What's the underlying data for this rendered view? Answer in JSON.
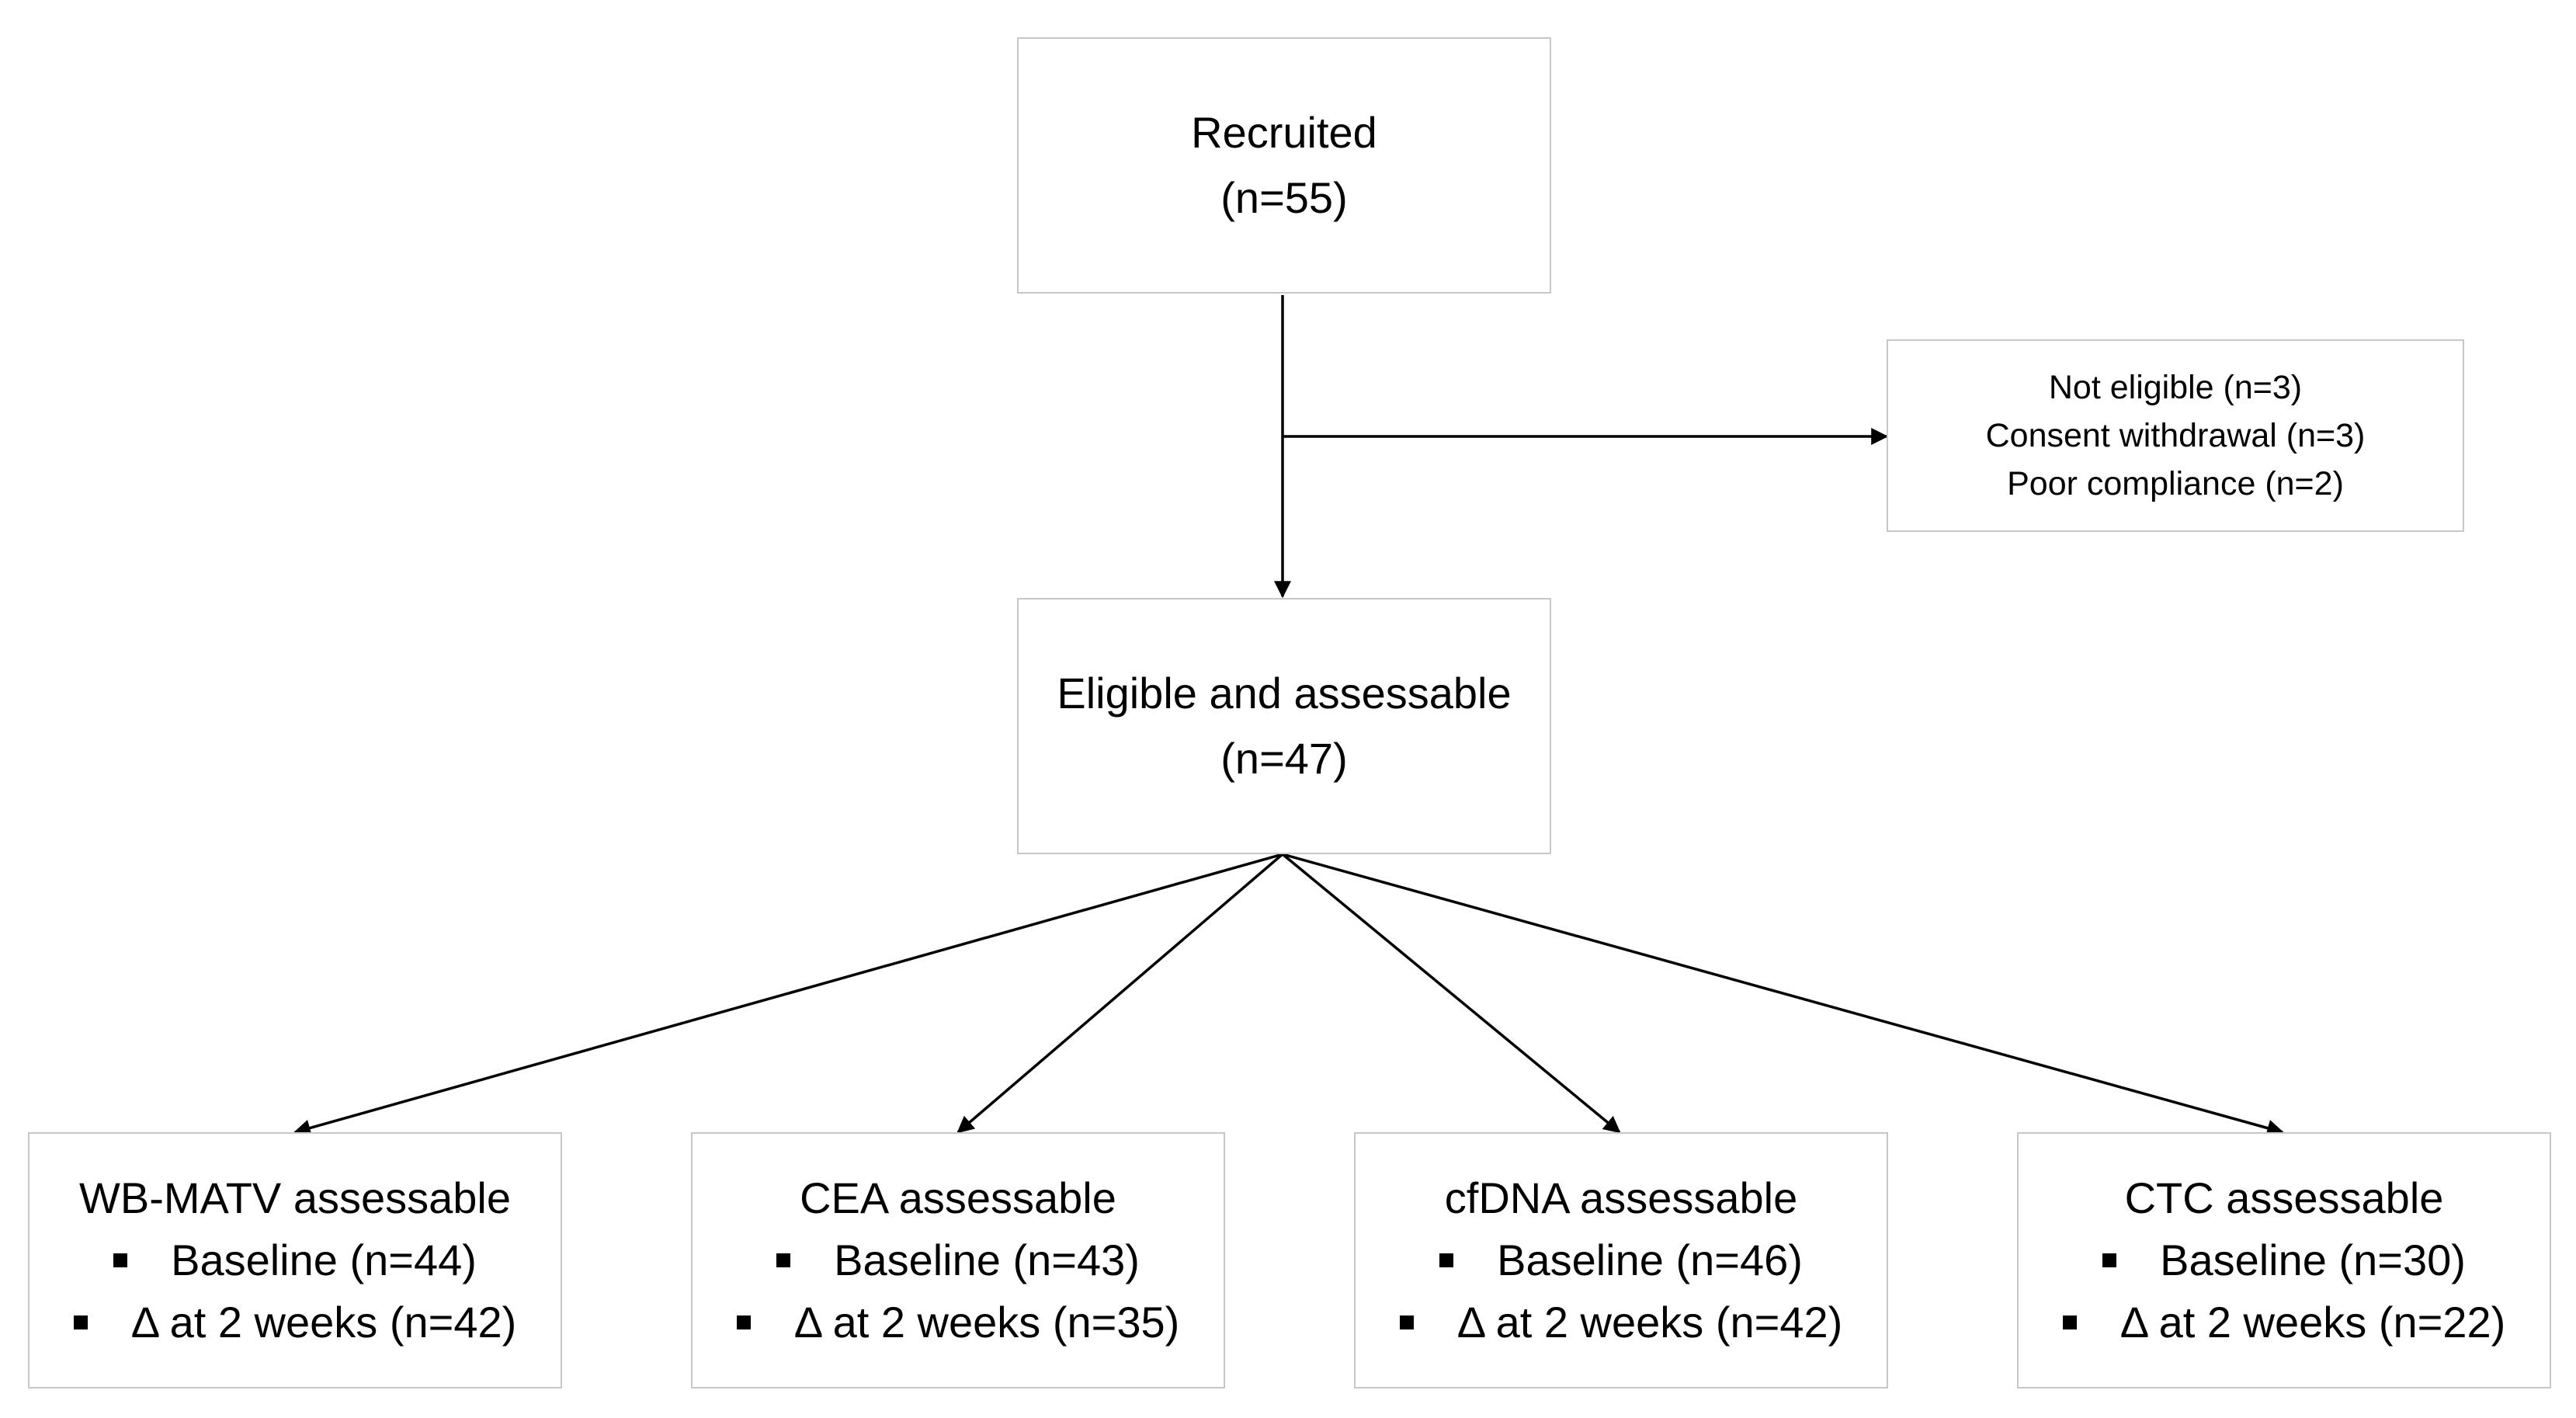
{
  "recruited": {
    "title": "Recruited",
    "count": "(n=55)"
  },
  "excluded": {
    "lines": [
      "Not eligible (n=3)",
      "Consent withdrawal (n=3)",
      "Poor compliance (n=2)"
    ]
  },
  "eligible": {
    "title": "Eligible and assessable",
    "count": "(n=47)"
  },
  "outcomes": [
    {
      "title": "WB-MATV assessable",
      "baseline": "Baseline (n=44)",
      "delta": "Δ at 2 weeks (n=42)"
    },
    {
      "title": "CEA assessable",
      "baseline": "Baseline (n=43)",
      "delta": "Δ at 2 weeks (n=35)"
    },
    {
      "title": "cfDNA assessable",
      "baseline": "Baseline (n=46)",
      "delta": "Δ at 2 weeks (n=42)"
    },
    {
      "title": "CTC assessable",
      "baseline": "Baseline (n=30)",
      "delta": "Δ at 2 weeks (n=22)"
    }
  ],
  "colors": {
    "box_border": "#c8c8c8",
    "line": "#000000",
    "text": "#000000"
  }
}
